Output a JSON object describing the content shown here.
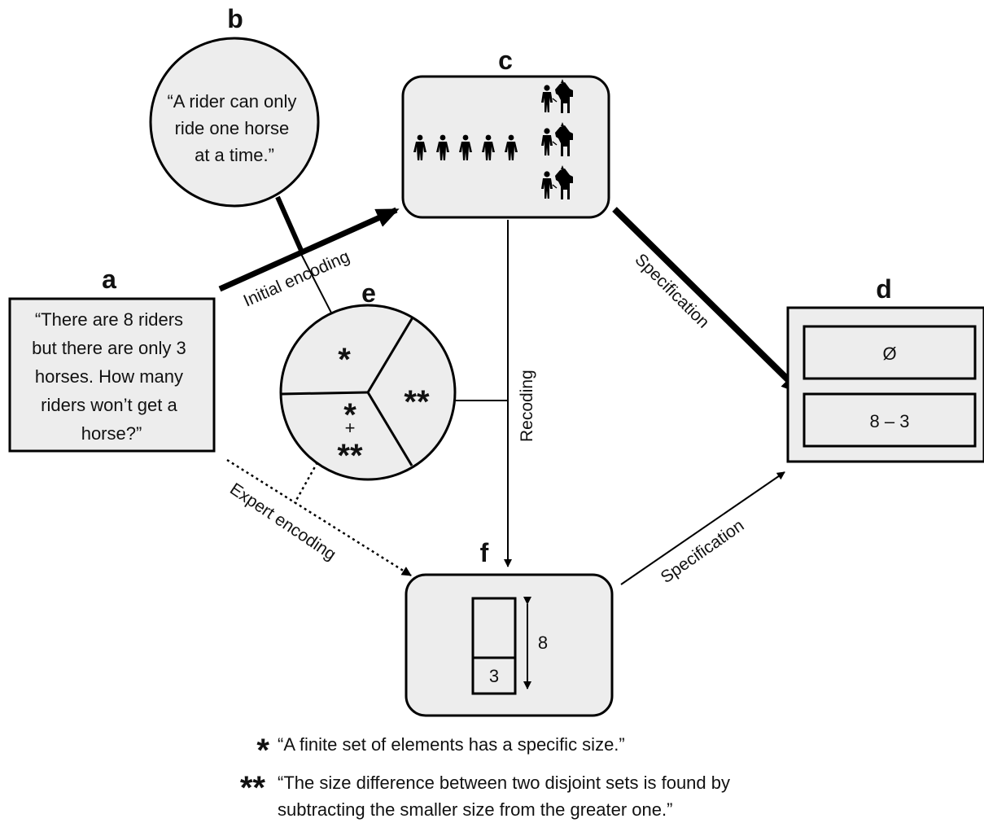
{
  "panels": {
    "a": {
      "label": "a",
      "lines": [
        "“There are 8 riders",
        "but there are only 3",
        "horses. How many",
        "riders won’t get a",
        "horse?”"
      ]
    },
    "b": {
      "label": "b",
      "lines": [
        "“A rider can only",
        "ride one horse",
        "at a time.”"
      ]
    },
    "c": {
      "label": "c",
      "icons": {
        "riders_alone": 5,
        "rider_horse_pairs": 3
      }
    },
    "d": {
      "label": "d",
      "top": "Ø",
      "bottom": "8 – 3"
    },
    "e": {
      "label": "e",
      "sector_top": "*",
      "sector_right": "**",
      "sector_bottom_a": "*",
      "sector_bottom_plus": "+",
      "sector_bottom_b": "**"
    },
    "f": {
      "label": "f",
      "total": "8",
      "part": "3"
    }
  },
  "edges": {
    "initial_encoding": "Initial encoding",
    "specification_upper": "Specification",
    "recoding": "Recoding",
    "expert_encoding": "Expert encoding",
    "specification_lower": "Specification"
  },
  "footnotes": [
    {
      "symbol": "*",
      "lines": [
        "“A finite set of elements has a specific size.”"
      ]
    },
    {
      "symbol": "**",
      "lines": [
        "“The size difference between two disjoint sets is found by",
        "subtracting the smaller size from the greater one.”"
      ]
    }
  ]
}
